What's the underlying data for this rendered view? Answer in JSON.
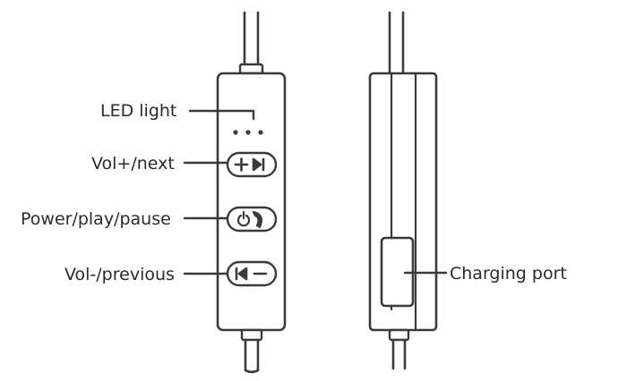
{
  "labels": {
    "led": "LED light",
    "vol_up": "Vol+/next",
    "power": "Power/play/pause",
    "vol_down": "Vol-/previous",
    "charging": "Charging port"
  },
  "buttons": {
    "vol_up_icon": "plus-next-icon",
    "power_icon": "power-phone-icon",
    "vol_down_icon": "previous-minus-icon"
  },
  "colors": {
    "line": "#3a3a3a",
    "text": "#2a2a2a"
  }
}
